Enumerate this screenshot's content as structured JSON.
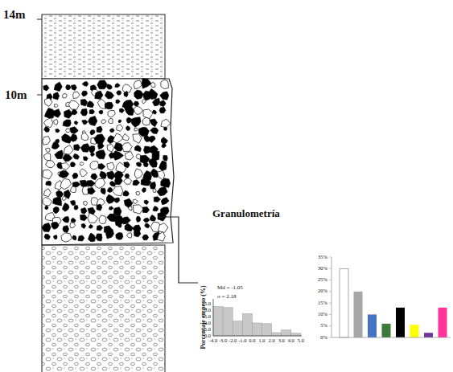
{
  "diagram": {
    "labels": [
      "14m",
      "10m",
      "Granulometría",
      "Md = -1.05",
      "σ = 2.18",
      "Porcentaje en peso (%)",
      "0.0",
      "5.0",
      "10.0",
      "15.0",
      "20.0",
      "25.0",
      "-4.0",
      "-3.0",
      "-2.0",
      "-1.0",
      "0.0",
      "1.0",
      "2.0",
      "3.0",
      "4.0",
      "5.0",
      "35%",
      "30%",
      "25%",
      "20%",
      "15%",
      "10%",
      "5%",
      "0%"
    ]
  }
}
